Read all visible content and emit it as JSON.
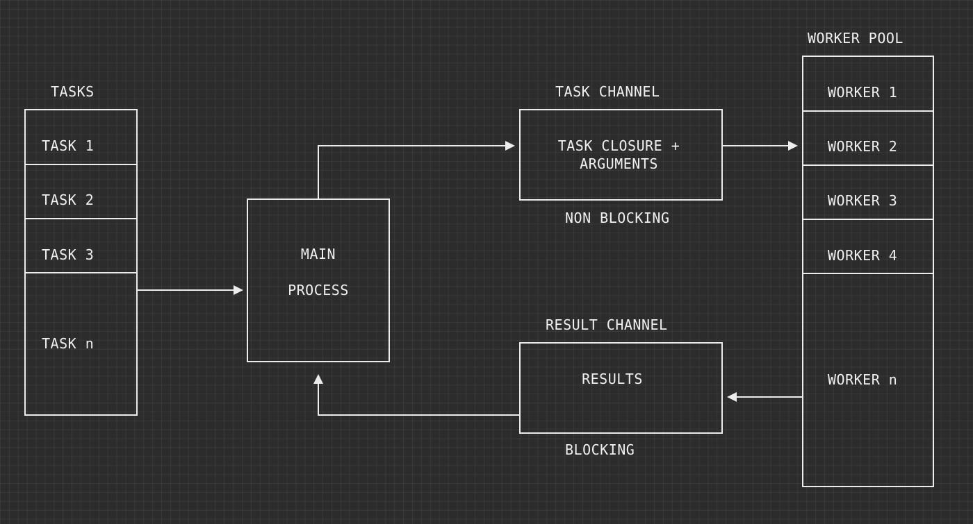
{
  "tasks": {
    "title": "TASKS",
    "items": [
      "TASK 1",
      "TASK 2",
      "TASK 3",
      "TASK n"
    ]
  },
  "main_process": {
    "line1": "MAIN",
    "line2": "PROCESS"
  },
  "task_channel": {
    "title": "TASK CHANNEL",
    "line1": "TASK CLOSURE +",
    "line2": "ARGUMENTS",
    "note": "NON BLOCKING"
  },
  "result_channel": {
    "title": "RESULT CHANNEL",
    "content": "RESULTS",
    "note": "BLOCKING"
  },
  "worker_pool": {
    "title": "WORKER POOL",
    "items": [
      "WORKER 1",
      "WORKER 2",
      "WORKER 3",
      "WORKER 4",
      "WORKER n"
    ]
  },
  "colors": {
    "background": "#2c2c2c",
    "stroke": "#ececec",
    "text": "#f0f0f0"
  }
}
